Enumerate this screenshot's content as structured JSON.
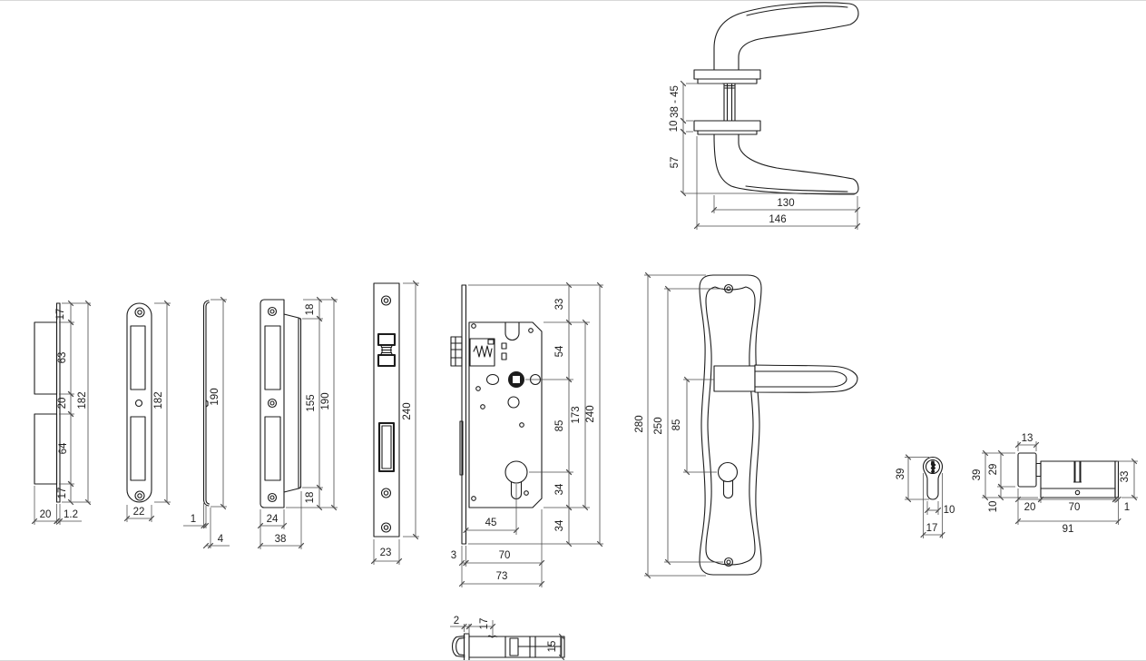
{
  "colors": {
    "background": "#ffffff",
    "part_line": "#1c1c1c",
    "dimension_line": "#4a4a4a",
    "text": "#1d1d1d"
  },
  "dimensions": {
    "handle_view": {
      "spindle_length": "38 - 45",
      "rose_thickness": "10",
      "grip_height": "57",
      "lever_length": "130",
      "total_length": "146"
    },
    "strike_box_side_view": {
      "top_margin": "17",
      "upper_box": "63",
      "gap": "20",
      "lower_box": "64",
      "bottom_margin": "17",
      "total_height": "182",
      "box_depth": "20",
      "plate_thickness": "1.2"
    },
    "strike_plate_front_view": {
      "height": "182",
      "width": "22"
    },
    "strike_plate_side_view": {
      "height": "190",
      "thickness": "1",
      "lip_depth": "4"
    },
    "corner_strike_front_view": {
      "top_offset": "18",
      "lip_height": "155",
      "total_height": "190",
      "bottom_offset": "18",
      "plate_width": "24",
      "total_width": "38"
    },
    "faceplate_front_view": {
      "height": "240",
      "width": "23"
    },
    "lock_case_view": {
      "top_margin": "33",
      "follower_offset": "54",
      "centre_distance": "85",
      "cylinder_to_case_bottom": "34",
      "case_bottom_margin": "34",
      "case_height": "173",
      "total_height": "240",
      "backset": "45",
      "faceplate_offset": "3",
      "case_depth": "70",
      "total_depth": "73"
    },
    "backplate_view": {
      "total_height": "280",
      "screw_distance": "250",
      "handle_to_cylinder": "85"
    },
    "cylinder_front_view": {
      "height": "39",
      "body_width": "10",
      "width": "17"
    },
    "cylinder_side_view": {
      "knob_width": "13",
      "height": "39",
      "knob_height": "29",
      "knob_offset": "10",
      "body_height": "33",
      "knob_section": "20",
      "body_length": "70",
      "cam_offset": "1",
      "total_length": "91"
    },
    "lock_top_view": {
      "faceplate_thickness": "2",
      "forend_depth": "17",
      "case_thickness": "15"
    }
  }
}
